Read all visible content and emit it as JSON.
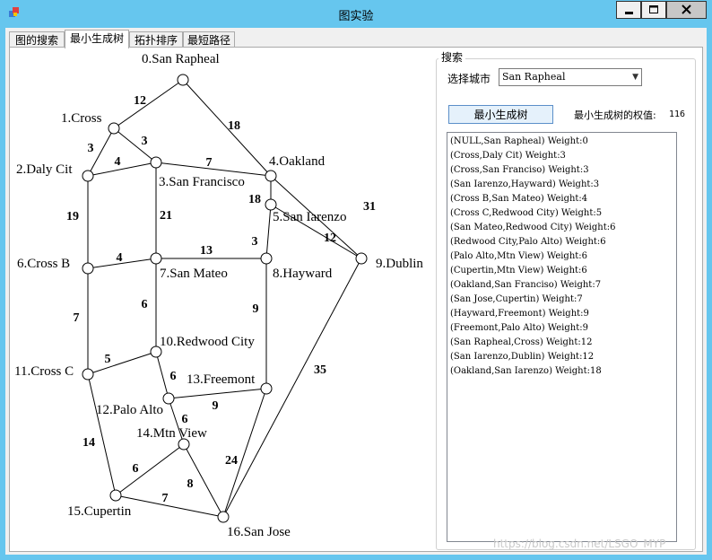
{
  "window": {
    "title": "图实验"
  },
  "tabs": [
    "图的搜索",
    "最小生成树",
    "拓扑排序",
    "最短路径"
  ],
  "active_tab": 1,
  "search_group": {
    "label": "搜索",
    "city_label": "选择城市",
    "city_selected": "San Rapheal",
    "mst_button": "最小生成树",
    "weight_label": "最小生成树的权值:",
    "weight_value": "116"
  },
  "results": [
    "(NULL,San Rapheal) Weight:0",
    "(Cross,Daly Cit) Weight:3",
    "(Cross,San Franciso) Weight:3",
    "(San Iarenzo,Hayward) Weight:3",
    "(Cross B,San Mateo) Weight:4",
    "(Cross C,Redwood City) Weight:5",
    "(San Mateo,Redwood City) Weight:6",
    "(Redwood City,Palo Alto) Weight:6",
    "(Palo Alto,Mtn View) Weight:6",
    "(Cupertin,Mtn View) Weight:6",
    "(Oakland,San Franciso) Weight:7",
    "(San Jose,Cupertin) Weight:7",
    "(Hayward,Freemont) Weight:9",
    "(Freemont,Palo Alto) Weight:9",
    "(San Rapheal,Cross) Weight:12",
    "(San Iarenzo,Dublin) Weight:12",
    "(Oakland,San Iarenzo) Weight:18"
  ],
  "graph": {
    "nodes": [
      {
        "id": 0,
        "label": "0.San Rapheal"
      },
      {
        "id": 1,
        "label": "1.Cross"
      },
      {
        "id": 2,
        "label": "2.Daly Cit"
      },
      {
        "id": 3,
        "label": "3.San Francisco"
      },
      {
        "id": 4,
        "label": "4.Oakland"
      },
      {
        "id": 5,
        "label": "5.San Iarenzo"
      },
      {
        "id": 6,
        "label": "6.Cross B"
      },
      {
        "id": 7,
        "label": "7.San Mateo"
      },
      {
        "id": 8,
        "label": "8.Hayward"
      },
      {
        "id": 9,
        "label": "9.Dublin"
      },
      {
        "id": 10,
        "label": "10.Redwood City"
      },
      {
        "id": 11,
        "label": "11.Cross C"
      },
      {
        "id": 12,
        "label": "12.Palo Alto"
      },
      {
        "id": 13,
        "label": "13.Freemont"
      },
      {
        "id": 14,
        "label": "14.Mtn View"
      },
      {
        "id": 15,
        "label": "15.Cupertin"
      },
      {
        "id": 16,
        "label": "16.San Jose"
      }
    ],
    "edges": [
      {
        "from": 0,
        "to": 1,
        "weight": "12"
      },
      {
        "from": 0,
        "to": 4,
        "weight": "18"
      },
      {
        "from": 1,
        "to": 2,
        "weight": "3"
      },
      {
        "from": 1,
        "to": 3,
        "weight": "3"
      },
      {
        "from": 2,
        "to": 3,
        "weight": "4"
      },
      {
        "from": 2,
        "to": 6,
        "weight": "19"
      },
      {
        "from": 3,
        "to": 4,
        "weight": "7"
      },
      {
        "from": 3,
        "to": 7,
        "weight": "21"
      },
      {
        "from": 4,
        "to": 5,
        "weight": "18"
      },
      {
        "from": 4,
        "to": 9,
        "weight": "31"
      },
      {
        "from": 5,
        "to": 8,
        "weight": "3"
      },
      {
        "from": 5,
        "to": 9,
        "weight": "12"
      },
      {
        "from": 6,
        "to": 7,
        "weight": "4"
      },
      {
        "from": 6,
        "to": 11,
        "weight": "7"
      },
      {
        "from": 7,
        "to": 8,
        "weight": "13"
      },
      {
        "from": 7,
        "to": 10,
        "weight": "6"
      },
      {
        "from": 8,
        "to": 13,
        "weight": "9"
      },
      {
        "from": 9,
        "to": 16,
        "weight": "35"
      },
      {
        "from": 10,
        "to": 11,
        "weight": "5"
      },
      {
        "from": 10,
        "to": 12,
        "weight": "6"
      },
      {
        "from": 11,
        "to": 15,
        "weight": "14"
      },
      {
        "from": 12,
        "to": 13,
        "weight": "9"
      },
      {
        "from": 12,
        "to": 14,
        "weight": "6"
      },
      {
        "from": 13,
        "to": 16,
        "weight": "24"
      },
      {
        "from": 14,
        "to": 15,
        "weight": "6"
      },
      {
        "from": 14,
        "to": 16,
        "weight": "8"
      },
      {
        "from": 15,
        "to": 16,
        "weight": "7"
      }
    ]
  },
  "watermark": "https://blog.csdn.net/LSGO_MYP"
}
